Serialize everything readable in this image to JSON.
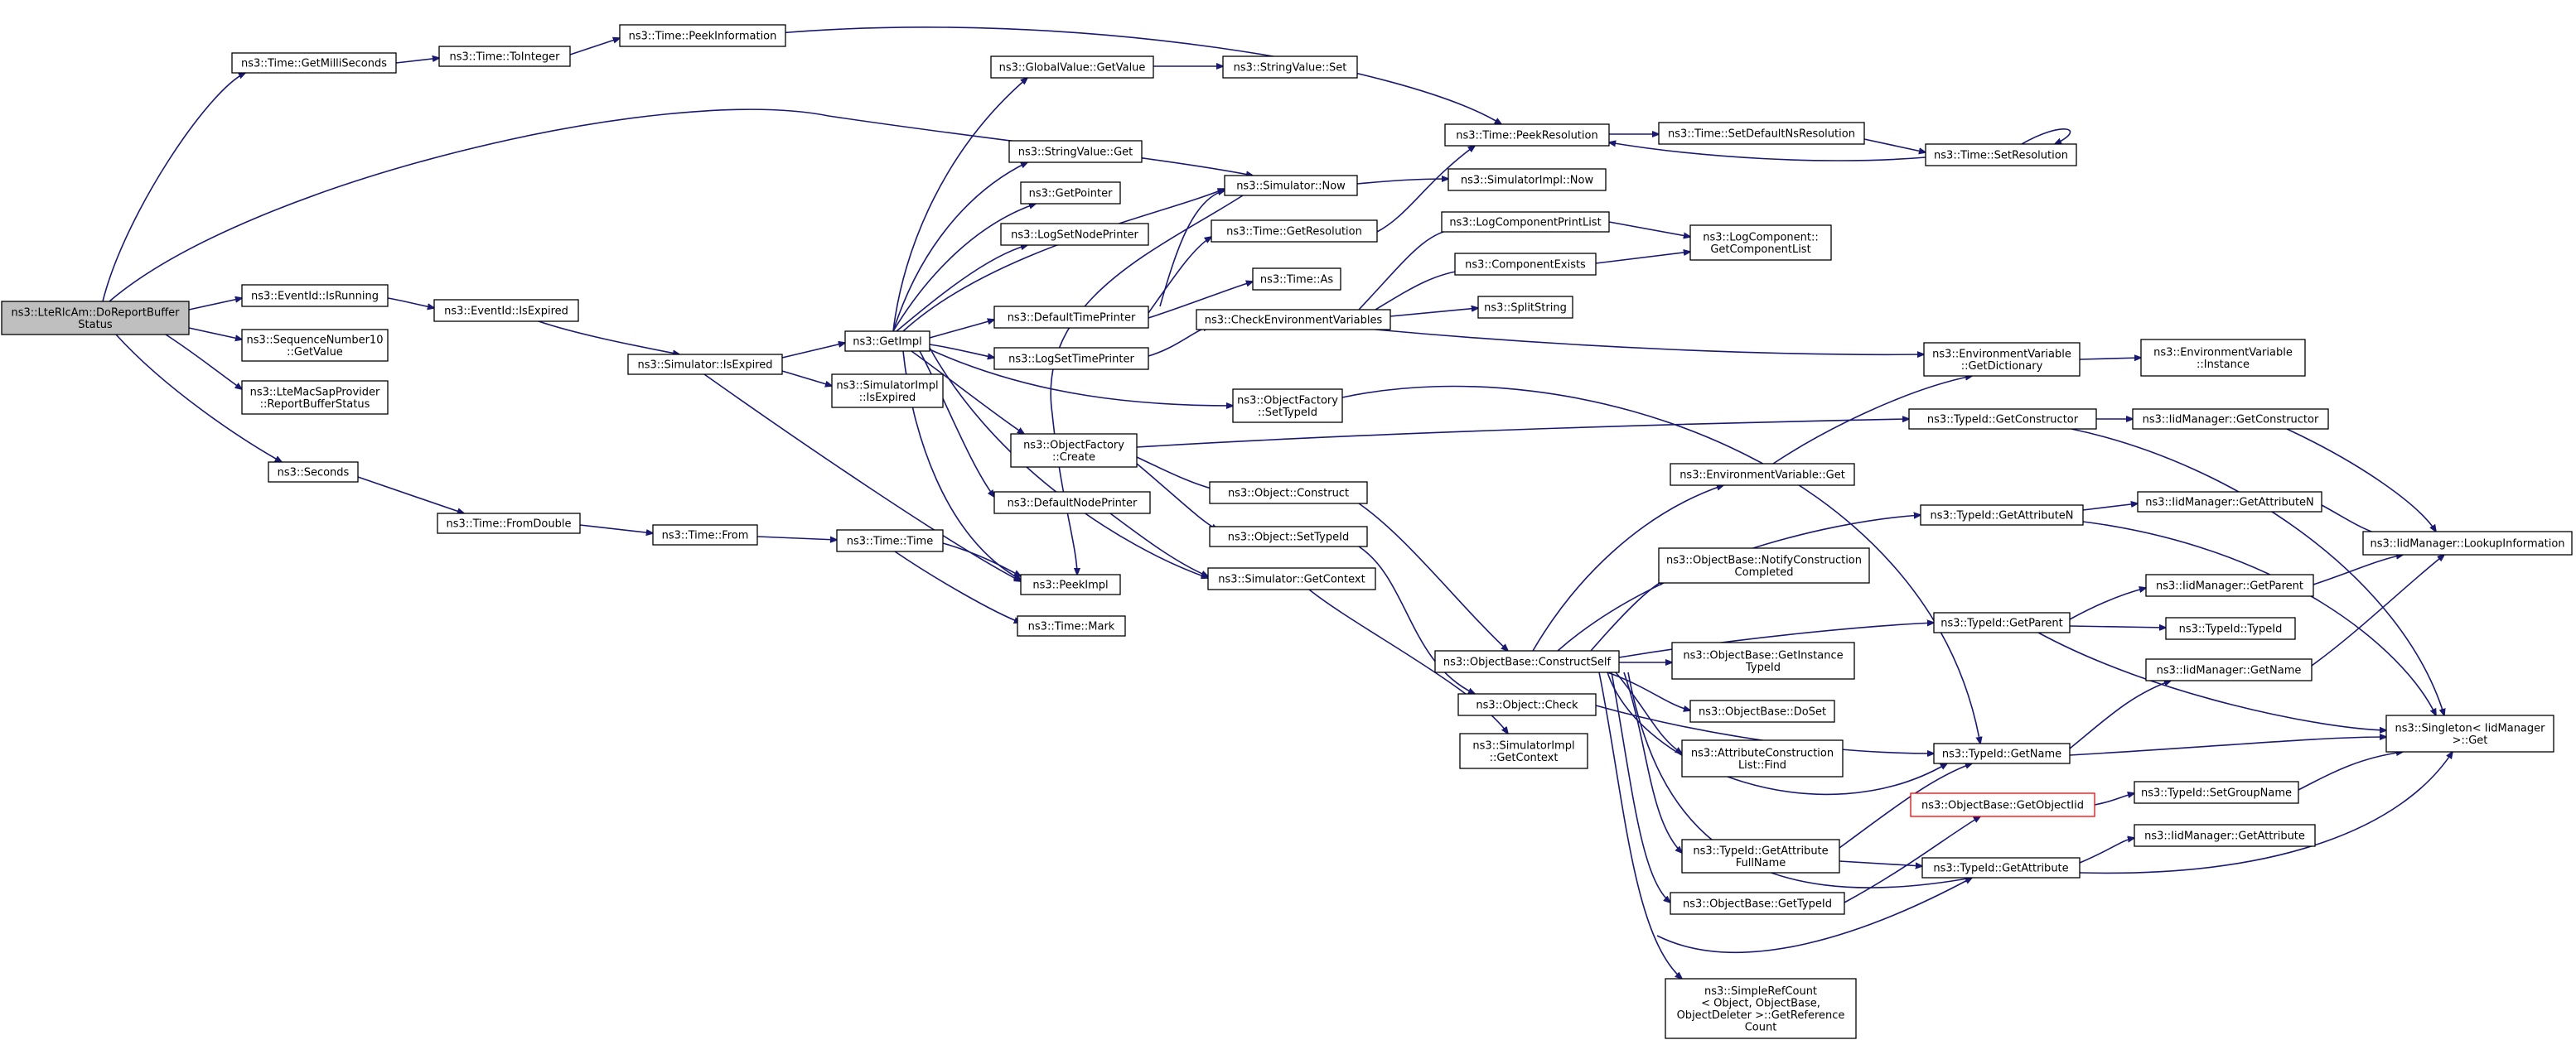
{
  "graph": {
    "edge_color": "#191970",
    "root_fill": "#bfbfbf",
    "highlight_border": "#ff0000",
    "nodes": [
      {
        "id": "root",
        "lines": [
          "ns3::LteRlcAm::DoReportBuffer",
          "Status"
        ]
      },
      {
        "id": "getmilli",
        "lines": [
          "ns3::Time::GetMilliSeconds"
        ]
      },
      {
        "id": "tointeger",
        "lines": [
          "ns3::Time::ToInteger"
        ]
      },
      {
        "id": "peekinfo",
        "lines": [
          "ns3::Time::PeekInformation"
        ]
      },
      {
        "id": "isrunning",
        "lines": [
          "ns3::EventId::IsRunning"
        ]
      },
      {
        "id": "isexpired_e",
        "lines": [
          "ns3::EventId::IsExpired"
        ]
      },
      {
        "id": "seqnum",
        "lines": [
          "ns3::SequenceNumber10",
          "::GetValue"
        ]
      },
      {
        "id": "ltemac",
        "lines": [
          "ns3::LteMacSapProvider",
          "::ReportBufferStatus"
        ]
      },
      {
        "id": "seconds",
        "lines": [
          "ns3::Seconds"
        ]
      },
      {
        "id": "fromdouble",
        "lines": [
          "ns3::Time::FromDouble"
        ]
      },
      {
        "id": "from",
        "lines": [
          "ns3::Time::From"
        ]
      },
      {
        "id": "time",
        "lines": [
          "ns3::Time::Time"
        ]
      },
      {
        "id": "mark",
        "lines": [
          "ns3::Time::Mark"
        ]
      },
      {
        "id": "sim_isexpired",
        "lines": [
          "ns3::Simulator::IsExpired"
        ]
      },
      {
        "id": "getimpl",
        "lines": [
          "ns3::GetImpl"
        ]
      },
      {
        "id": "simimpl_isexpired",
        "lines": [
          "ns3::SimulatorImpl",
          "::IsExpired"
        ]
      },
      {
        "id": "peekimpl",
        "lines": [
          "ns3::PeekImpl"
        ]
      },
      {
        "id": "gv_getvalue",
        "lines": [
          "ns3::GlobalValue::GetValue"
        ]
      },
      {
        "id": "sv_set",
        "lines": [
          "ns3::StringValue::Set"
        ]
      },
      {
        "id": "sv_get",
        "lines": [
          "ns3::StringValue::Get"
        ]
      },
      {
        "id": "getpointer",
        "lines": [
          "ns3::GetPointer"
        ]
      },
      {
        "id": "logsetnode",
        "lines": [
          "ns3::LogSetNodePrinter"
        ]
      },
      {
        "id": "deftime",
        "lines": [
          "ns3::DefaultTimePrinter"
        ]
      },
      {
        "id": "logsettime",
        "lines": [
          "ns3::LogSetTimePrinter"
        ]
      },
      {
        "id": "of_create",
        "lines": [
          "ns3::ObjectFactory",
          "::Create"
        ]
      },
      {
        "id": "defnode",
        "lines": [
          "ns3::DefaultNodePrinter"
        ]
      },
      {
        "id": "sim_now",
        "lines": [
          "ns3::Simulator::Now"
        ]
      },
      {
        "id": "simimpl_now",
        "lines": [
          "ns3::SimulatorImpl::Now"
        ]
      },
      {
        "id": "getres",
        "lines": [
          "ns3::Time::GetResolution"
        ]
      },
      {
        "id": "time_as",
        "lines": [
          "ns3::Time::As"
        ]
      },
      {
        "id": "checkenv",
        "lines": [
          "ns3::CheckEnvironmentVariables"
        ]
      },
      {
        "id": "of_settypeid",
        "lines": [
          "ns3::ObjectFactory",
          "::SetTypeId"
        ]
      },
      {
        "id": "obj_construct",
        "lines": [
          "ns3::Object::Construct"
        ]
      },
      {
        "id": "obj_settypeid",
        "lines": [
          "ns3::Object::SetTypeId"
        ]
      },
      {
        "id": "sim_getctx",
        "lines": [
          "ns3::Simulator::GetContext"
        ]
      },
      {
        "id": "simimpl_getctx",
        "lines": [
          "ns3::SimulatorImpl",
          "::GetContext"
        ]
      },
      {
        "id": "peekres",
        "lines": [
          "ns3::Time::PeekResolution"
        ]
      },
      {
        "id": "setdefres",
        "lines": [
          "ns3::Time::SetDefaultNsResolution"
        ]
      },
      {
        "id": "setres",
        "lines": [
          "ns3::Time::SetResolution"
        ]
      },
      {
        "id": "logcompprint",
        "lines": [
          "ns3::LogComponentPrintList"
        ]
      },
      {
        "id": "compexists",
        "lines": [
          "ns3::ComponentExists"
        ]
      },
      {
        "id": "splitstring",
        "lines": [
          "ns3::SplitString"
        ]
      },
      {
        "id": "getcomplist",
        "lines": [
          "ns3::LogComponent::",
          "GetComponentList"
        ]
      },
      {
        "id": "envvar_getdict",
        "lines": [
          "ns3::EnvironmentVariable",
          "::GetDictionary"
        ]
      },
      {
        "id": "envvar_inst",
        "lines": [
          "ns3::EnvironmentVariable",
          "::Instance"
        ]
      },
      {
        "id": "envvar_get",
        "lines": [
          "ns3::EnvironmentVariable::Get"
        ]
      },
      {
        "id": "tid_getctor",
        "lines": [
          "ns3::TypeId::GetConstructor"
        ]
      },
      {
        "id": "iid_getctor",
        "lines": [
          "ns3::IidManager::GetConstructor"
        ]
      },
      {
        "id": "tid_getattrn",
        "lines": [
          "ns3::TypeId::GetAttributeN"
        ]
      },
      {
        "id": "iid_getattrn",
        "lines": [
          "ns3::IidManager::GetAttributeN"
        ]
      },
      {
        "id": "iid_lookup",
        "lines": [
          "ns3::IidManager::LookupInformation"
        ]
      },
      {
        "id": "ob_notify",
        "lines": [
          "ns3::ObjectBase::NotifyConstruction",
          "Completed"
        ]
      },
      {
        "id": "ob_constructself",
        "lines": [
          "ns3::ObjectBase::ConstructSelf"
        ]
      },
      {
        "id": "tid_getparent",
        "lines": [
          "ns3::TypeId::GetParent"
        ]
      },
      {
        "id": "iid_getparent",
        "lines": [
          "ns3::IidManager::GetParent"
        ]
      },
      {
        "id": "tid_typeid",
        "lines": [
          "ns3::TypeId::TypeId"
        ]
      },
      {
        "id": "ob_getinsttid",
        "lines": [
          "ns3::ObjectBase::GetInstance",
          "TypeId"
        ]
      },
      {
        "id": "obj_check",
        "lines": [
          "ns3::Object::Check"
        ]
      },
      {
        "id": "ob_doset",
        "lines": [
          "ns3::ObjectBase::DoSet"
        ]
      },
      {
        "id": "iid_getname",
        "lines": [
          "ns3::IidManager::GetName"
        ]
      },
      {
        "id": "acl_find",
        "lines": [
          "ns3::AttributeConstruction",
          "List::Find"
        ]
      },
      {
        "id": "tid_getname",
        "lines": [
          "ns3::TypeId::GetName"
        ]
      },
      {
        "id": "singleton_get",
        "lines": [
          "ns3::Singleton< IidManager",
          " >::Get"
        ]
      },
      {
        "id": "ob_getobjectiid",
        "lines": [
          "ns3::ObjectBase::GetObjectIid"
        ]
      },
      {
        "id": "tid_setgroup",
        "lines": [
          "ns3::TypeId::SetGroupName"
        ]
      },
      {
        "id": "tid_getattrfull",
        "lines": [
          "ns3::TypeId::GetAttribute",
          "FullName"
        ]
      },
      {
        "id": "iid_getattr",
        "lines": [
          "ns3::IidManager::GetAttribute"
        ]
      },
      {
        "id": "tid_getattr",
        "lines": [
          "ns3::TypeId::GetAttribute"
        ]
      },
      {
        "id": "ob_gettypeid",
        "lines": [
          "ns3::ObjectBase::GetTypeId"
        ]
      },
      {
        "id": "simplerefcount",
        "lines": [
          "ns3::SimpleRefCount",
          "< Object, ObjectBase,",
          " ObjectDeleter >::GetReference",
          "Count"
        ]
      }
    ]
  }
}
